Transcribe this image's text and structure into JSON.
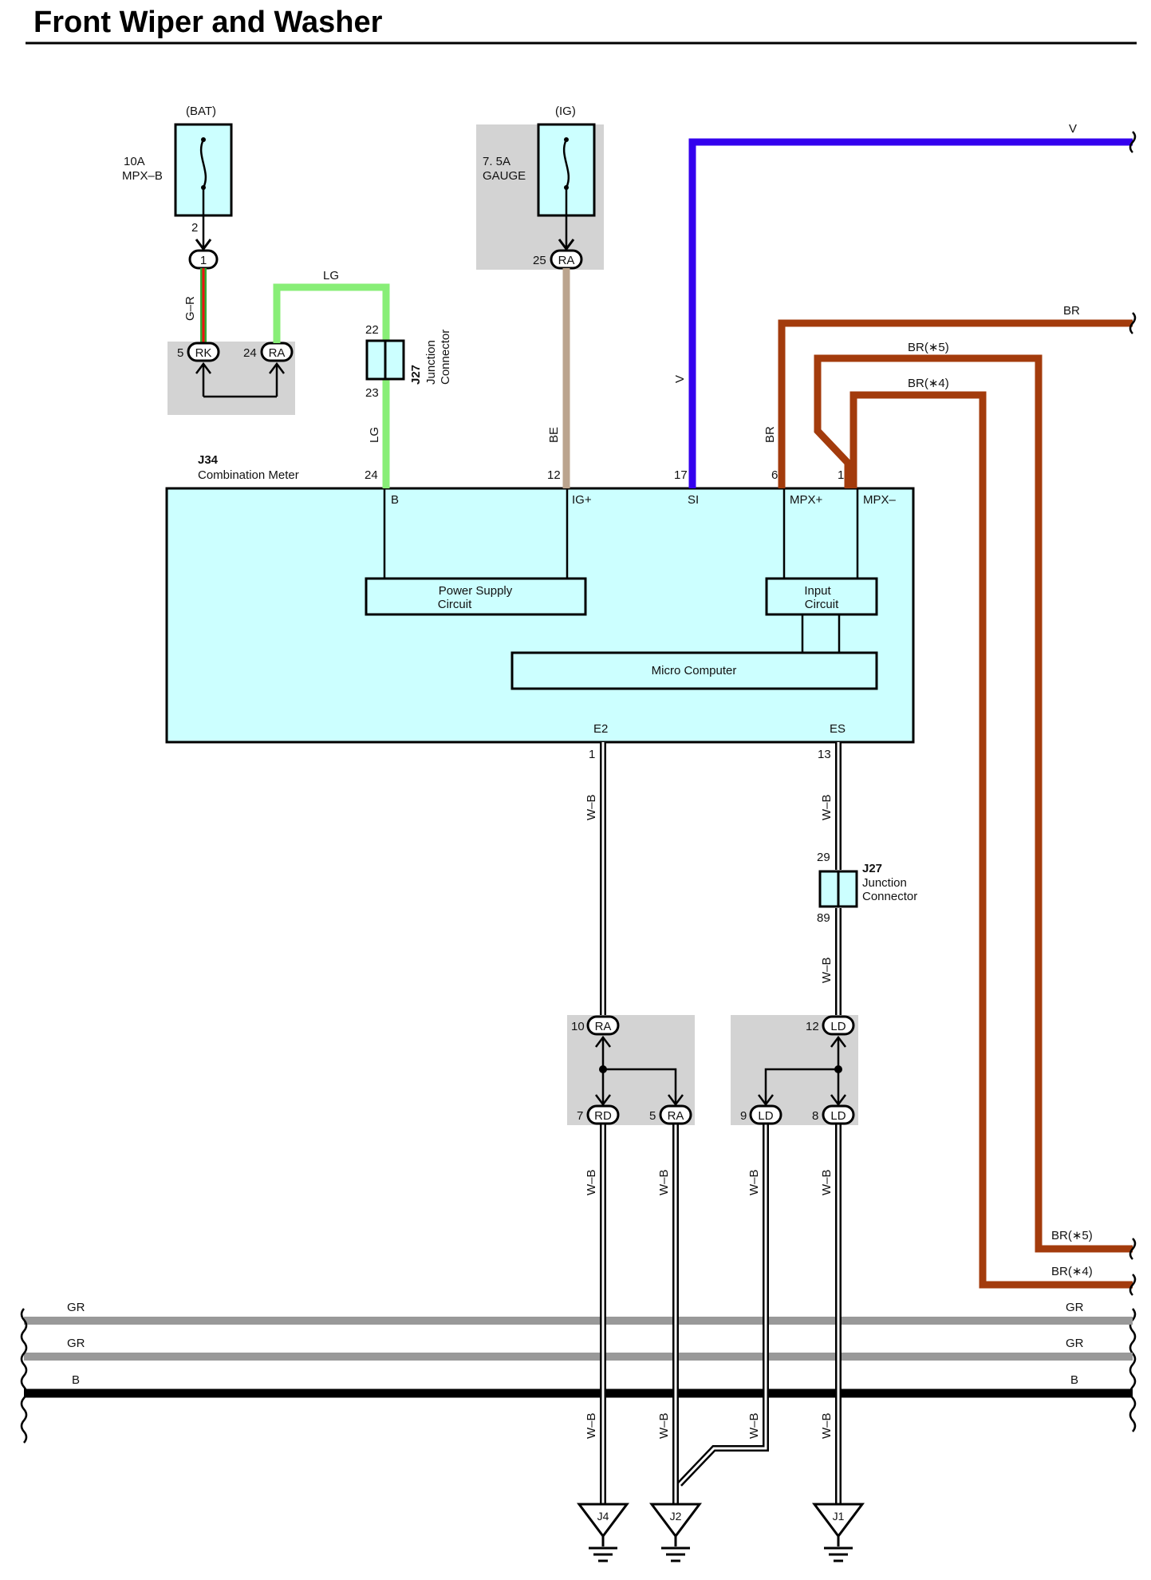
{
  "title": "Front Wiper and Washer",
  "colors": {
    "meter_fill": "#ccffff",
    "splice_fill": "#d3d3d3",
    "wire_V": "#3300ee",
    "wire_BR": "#a33b0c",
    "wire_LG": "#88ee77",
    "wire_BE": "#bba48e",
    "wire_GR": "#999999",
    "wire_B": "#000000",
    "wire_GR_stripe_R": "#ee1111",
    "wire_GR_stripe_G": "#33aa33"
  },
  "fuses": {
    "bat": {
      "supply": "(BAT)",
      "rating": "10A",
      "name": "MPX–B",
      "pin": "2",
      "conn": "1"
    },
    "ig": {
      "supply": "(IG)",
      "rating": "7. 5A",
      "name": "GAUGE",
      "pin": "25",
      "conn": "RA"
    }
  },
  "splice_top": {
    "left_pin": "5",
    "left_conn": "RK",
    "right_pin": "24",
    "right_conn": "RA"
  },
  "junction_top": {
    "id": "J27",
    "name_line1": "Junction",
    "name_line2": "Connector",
    "pin_top": "22",
    "pin_bottom": "23"
  },
  "junction_bottom": {
    "id": "J27",
    "name_line1": "Junction",
    "name_line2": "Connector",
    "pin_top": "29",
    "pin_bottom": "89"
  },
  "meter": {
    "id": "J34",
    "name": "Combination Meter",
    "pins": [
      {
        "num": "24",
        "label": "B"
      },
      {
        "num": "12",
        "label": "IG+"
      },
      {
        "num": "17",
        "label": "SI"
      },
      {
        "num": "6",
        "label": "MPX+"
      },
      {
        "num": "18",
        "label": "MPX–"
      }
    ],
    "bottom_pins": [
      {
        "num": "1",
        "label": "E2"
      },
      {
        "num": "13",
        "label": "ES"
      }
    ],
    "power_supply": [
      "Power Supply",
      "Circuit"
    ],
    "input_circuit": [
      "Input",
      "Circuit"
    ],
    "micro_computer": "Micro Computer"
  },
  "wire_labels": {
    "lg_top": "LG",
    "lg_vert": "LG",
    "gr_stripe": "G–R",
    "be": "BE",
    "v_vert": "V",
    "v_right": "V",
    "br_vert": "BR",
    "br_right": "BR",
    "br5_top": "BR(∗5)",
    "br4_top": "BR(∗4)",
    "br5_right": "BR(∗5)",
    "br4_right": "BR(∗4)",
    "wb": "W–B",
    "gr1_left": "GR",
    "gr1_right": "GR",
    "gr2_left": "GR",
    "gr2_right": "GR",
    "b_left": "B",
    "b_right": "B"
  },
  "splice_left": {
    "top_pin": "10",
    "top_conn": "RA",
    "bl_pin": "7",
    "bl_conn": "RD",
    "br_pin": "5",
    "br_conn": "RA"
  },
  "splice_right": {
    "top_pin": "12",
    "top_conn": "LD",
    "bl_pin": "9",
    "bl_conn": "LD",
    "br_pin": "8",
    "br_conn": "LD"
  },
  "grounds": [
    "J4",
    "J2",
    "J1"
  ]
}
